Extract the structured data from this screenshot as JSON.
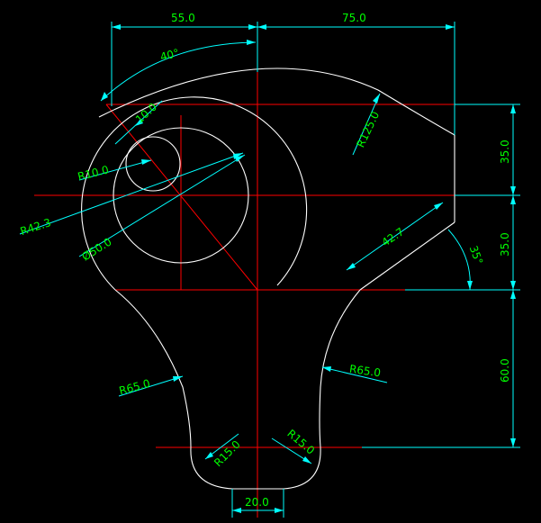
{
  "drawing": {
    "colors": {
      "background": "#000000",
      "outline": "#ffffff",
      "centerline": "#ff0000",
      "dimension_line": "#00ffff",
      "dimension_text": "#00ff00"
    },
    "dimensions": {
      "width_left": "55.0",
      "width_right": "75.0",
      "angle_top": "40°",
      "offset": "10.0",
      "radius_small": "R10.0",
      "radius_outer": "R42.3",
      "diameter": "Ø50.0",
      "radius_large_arc": "R125.0",
      "slot_length": "42.7",
      "angle_side": "35°",
      "height_upper": "35.0",
      "height_middle": "35.0",
      "height_lower": "60.0",
      "radius_left_flank": "R65.0",
      "radius_right_flank": "R65.0",
      "radius_left_fillet": "R15.0",
      "radius_right_fillet": "R15.0",
      "base_width": "20.0"
    }
  }
}
